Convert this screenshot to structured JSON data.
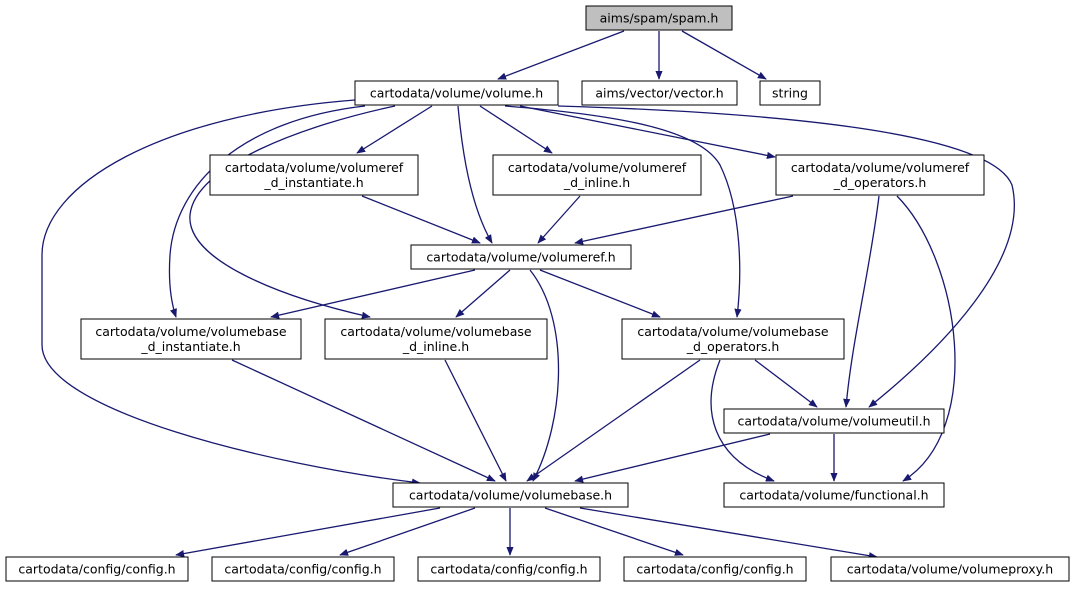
{
  "colors": {
    "edge": "#191970",
    "node_fill": "#ffffff",
    "root_fill": "#bfbfbf",
    "node_border": "#000000",
    "external_border": "#bfbfbf"
  },
  "nodes": {
    "root": {
      "lines": [
        "aims/spam/spam.h"
      ],
      "kind": "root"
    },
    "volume": {
      "lines": [
        "cartodata/volume/volume.h"
      ],
      "kind": "header"
    },
    "vector": {
      "lines": [
        "aims/vector/vector.h"
      ],
      "kind": "header"
    },
    "string": {
      "lines": [
        "string"
      ],
      "kind": "external"
    },
    "vr_inst": {
      "lines": [
        "cartodata/volume/volumeref",
        "_d_instantiate.h"
      ],
      "kind": "header"
    },
    "vr_inline": {
      "lines": [
        "cartodata/volume/volumeref",
        "_d_inline.h"
      ],
      "kind": "header"
    },
    "vr_ops": {
      "lines": [
        "cartodata/volume/volumeref",
        "_d_operators.h"
      ],
      "kind": "header"
    },
    "volumeref": {
      "lines": [
        "cartodata/volume/volumeref.h"
      ],
      "kind": "header"
    },
    "vb_inst": {
      "lines": [
        "cartodata/volume/volumebase",
        "_d_instantiate.h"
      ],
      "kind": "header"
    },
    "vb_inline": {
      "lines": [
        "cartodata/volume/volumebase",
        "_d_inline.h"
      ],
      "kind": "header"
    },
    "vb_ops": {
      "lines": [
        "cartodata/volume/volumebase",
        "_d_operators.h"
      ],
      "kind": "header"
    },
    "volumeutil": {
      "lines": [
        "cartodata/volume/volumeutil.h"
      ],
      "kind": "header"
    },
    "volumebase": {
      "lines": [
        "cartodata/volume/volumebase.h"
      ],
      "kind": "header"
    },
    "functional": {
      "lines": [
        "cartodata/volume/functional.h"
      ],
      "kind": "header"
    },
    "config1": {
      "lines": [
        "cartodata/config/config.h"
      ],
      "kind": "header"
    },
    "config2": {
      "lines": [
        "cartodata/config/config.h"
      ],
      "kind": "header"
    },
    "config3": {
      "lines": [
        "cartodata/config/config.h"
      ],
      "kind": "header"
    },
    "config4": {
      "lines": [
        "cartodata/config/config.h"
      ],
      "kind": "header"
    },
    "volumeproxy": {
      "lines": [
        "cartodata/volume/volumeproxy.h"
      ],
      "kind": "header"
    }
  }
}
